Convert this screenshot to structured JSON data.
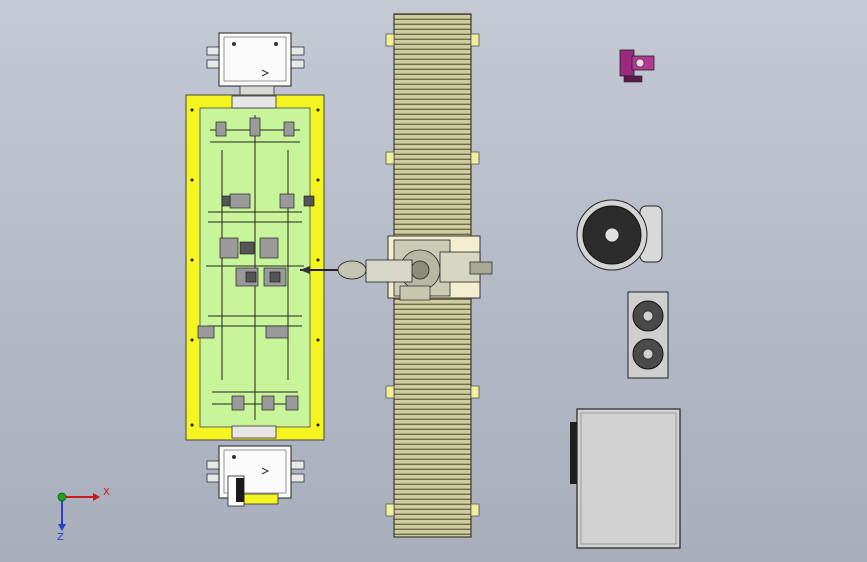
{
  "viewport": {
    "background_top": "#c4c9d4",
    "background_bottom": "#a8aebb"
  },
  "colors": {
    "fixture_frame": "#f4f421",
    "fixture_plate": "#c9f59a",
    "conveyor_slat": "#c9c79a",
    "conveyor_edge": "#5a5a3a",
    "robot_body": "#c8c8b0",
    "cabinet": "#d2d2d2",
    "tool_stand": "#9b2a7e",
    "axis_x": "#cc1b1b",
    "axis_y": "#1fa31f",
    "axis_z": "#2a3fc8"
  },
  "triad": {
    "x_label": "X",
    "z_label": "Z"
  },
  "components": [
    {
      "id": "top-turntable-motor",
      "icon": "motor-box-icon"
    },
    {
      "id": "welding-fixture",
      "icon": "fixture-icon"
    },
    {
      "id": "bottom-turntable-motor",
      "icon": "motor-box-icon"
    },
    {
      "id": "robot-track-conveyor",
      "icon": "conveyor-icon"
    },
    {
      "id": "welding-robot",
      "icon": "robot-arm-icon"
    },
    {
      "id": "tool-cleaning-station",
      "icon": "tool-stand-icon"
    },
    {
      "id": "wire-drum",
      "icon": "wire-drum-icon"
    },
    {
      "id": "gas-cylinder-rack",
      "icon": "gas-cylinder-icon"
    },
    {
      "id": "welding-power-cabinet",
      "icon": "cabinet-icon"
    }
  ]
}
